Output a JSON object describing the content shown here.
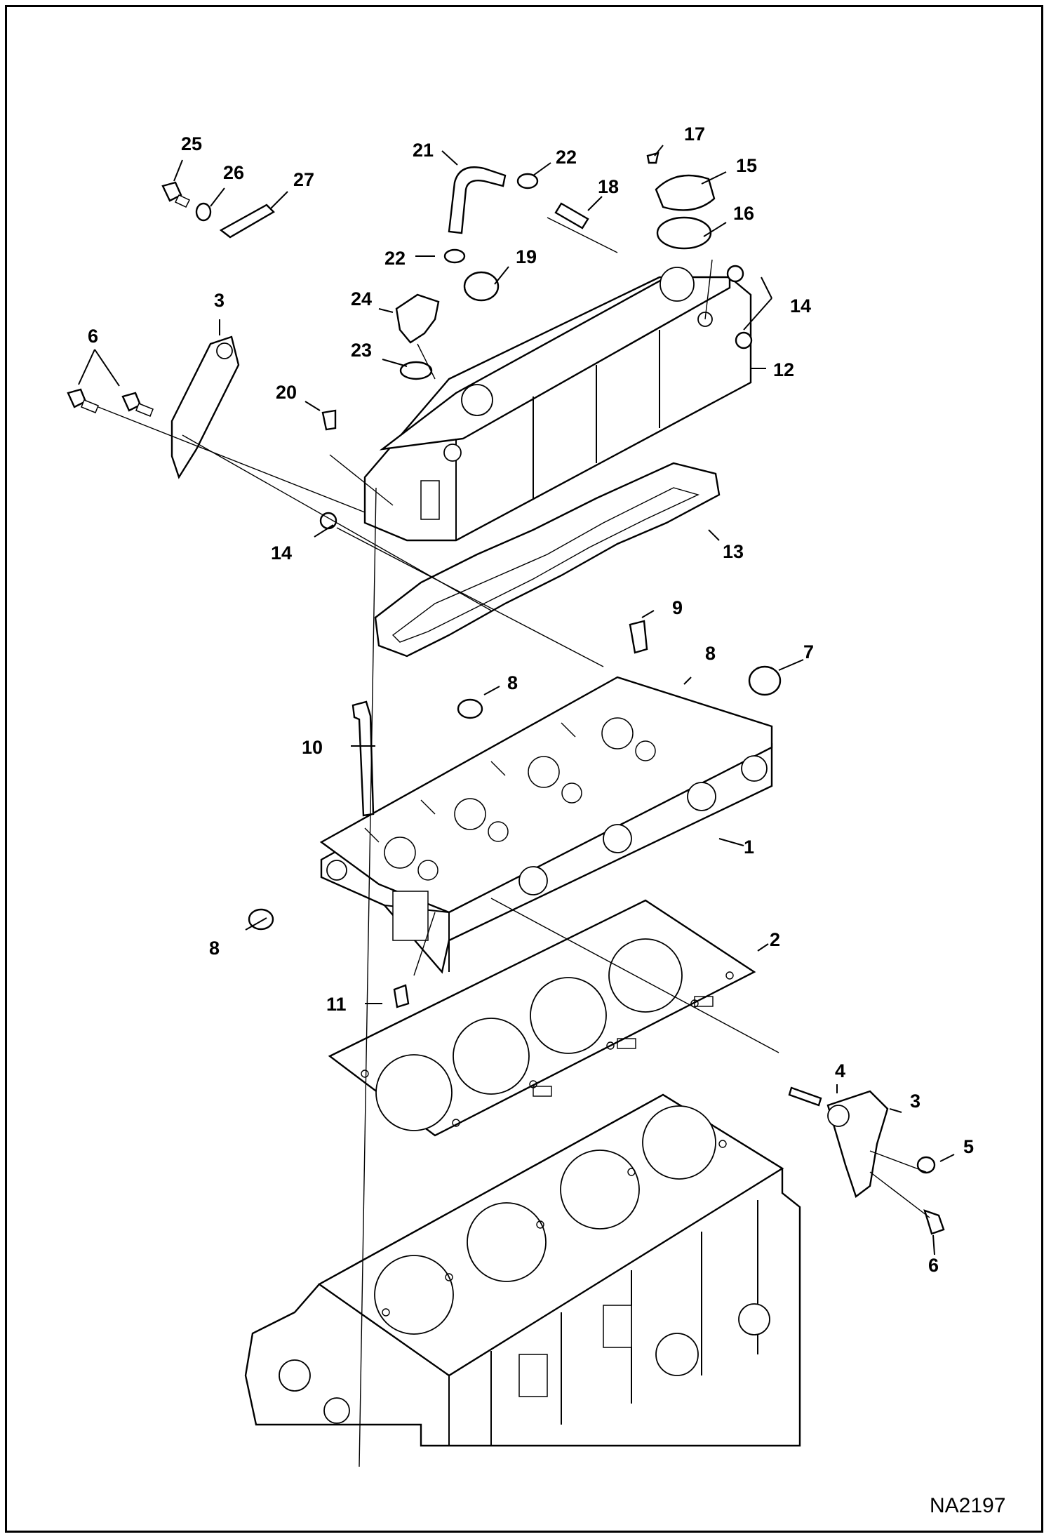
{
  "diagram": {
    "drawing_code": "NA2197",
    "callouts": [
      {
        "id": "c1",
        "text": "1"
      },
      {
        "id": "c2",
        "text": "2"
      },
      {
        "id": "c3a",
        "text": "3"
      },
      {
        "id": "c3b",
        "text": "3"
      },
      {
        "id": "c4",
        "text": "4"
      },
      {
        "id": "c5",
        "text": "5"
      },
      {
        "id": "c6a",
        "text": "6"
      },
      {
        "id": "c6b",
        "text": "6"
      },
      {
        "id": "c7",
        "text": "7"
      },
      {
        "id": "c8a",
        "text": "8"
      },
      {
        "id": "c8b",
        "text": "8"
      },
      {
        "id": "c8c",
        "text": "8"
      },
      {
        "id": "c9",
        "text": "9"
      },
      {
        "id": "c10",
        "text": "10"
      },
      {
        "id": "c11",
        "text": "11"
      },
      {
        "id": "c12",
        "text": "12"
      },
      {
        "id": "c13",
        "text": "13"
      },
      {
        "id": "c14a",
        "text": "14"
      },
      {
        "id": "c14b",
        "text": "14"
      },
      {
        "id": "c15",
        "text": "15"
      },
      {
        "id": "c16",
        "text": "16"
      },
      {
        "id": "c17",
        "text": "17"
      },
      {
        "id": "c18",
        "text": "18"
      },
      {
        "id": "c19",
        "text": "19"
      },
      {
        "id": "c20",
        "text": "20"
      },
      {
        "id": "c21",
        "text": "21"
      },
      {
        "id": "c22a",
        "text": "22"
      },
      {
        "id": "c22b",
        "text": "22"
      },
      {
        "id": "c23",
        "text": "23"
      },
      {
        "id": "c24",
        "text": "24"
      },
      {
        "id": "c25",
        "text": "25"
      },
      {
        "id": "c26",
        "text": "26"
      },
      {
        "id": "c27",
        "text": "27"
      }
    ]
  }
}
